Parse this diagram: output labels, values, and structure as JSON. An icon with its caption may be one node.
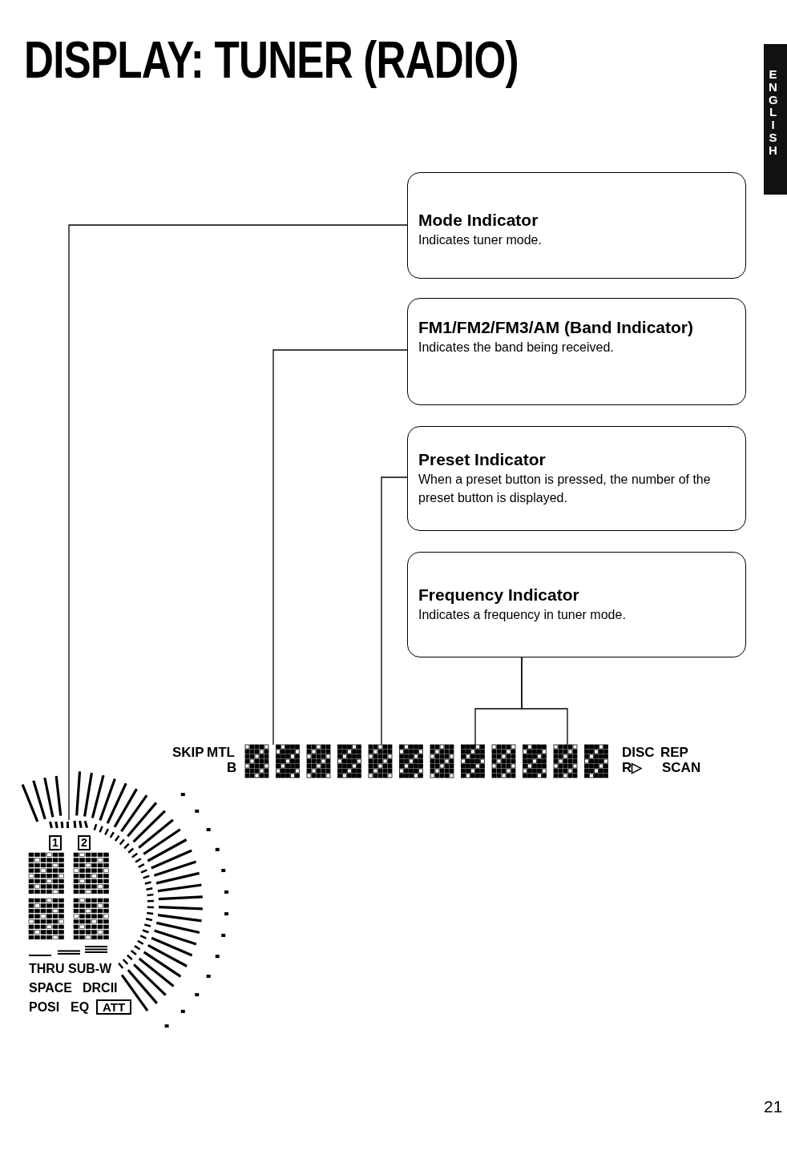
{
  "diagram": {
    "title": "DISPLAY: TUNER (RADIO)",
    "nodes": [
      {
        "text": [
          "Mode Indicator",
          "Indicates tuner mode."
        ]
      },
      {
        "text": [
          "FM1/FM2/FM3/AM (Band Indicator)",
          "Indicates the band being received."
        ]
      },
      {
        "text": [
          "Preset Indicator",
          "When a preset button is pressed, the number of the preset button is displayed."
        ]
      },
      {
        "text": [
          "Frequency Indicator",
          "Indicates a frequency in tuner mode."
        ]
      },
      {
        "text": [],
        "shape": "bar"
      },
      {
        "text": [],
        "shape": "box"
      },
      {
        "text": [],
        "shape": "box"
      },
      {
        "text": [],
        "shape": "box"
      },
      {
        "text": [],
        "shape": "box"
      }
    ],
    "edges": [
      {
        "from": 0,
        "to": 4,
        "arrow": "none"
      },
      {
        "from": 1,
        "to": 5,
        "arrow": "none"
      },
      {
        "from": 2,
        "to": 6,
        "arrow": "none"
      },
      {
        "from": 3,
        "to": 7,
        "arrow": "none"
      },
      {
        "from": 3,
        "to": 8,
        "arrow": "none"
      }
    ],
    "labels": [
      "ENGLISH",
      "SKIP",
      "MTL",
      "B",
      "DISC",
      "REP",
      "R▷",
      "SCAN",
      "1",
      "2",
      "THRU",
      "SUB-W",
      "SPACE",
      "DRCII",
      "POSI",
      "EQ",
      "ATT",
      "21"
    ]
  }
}
